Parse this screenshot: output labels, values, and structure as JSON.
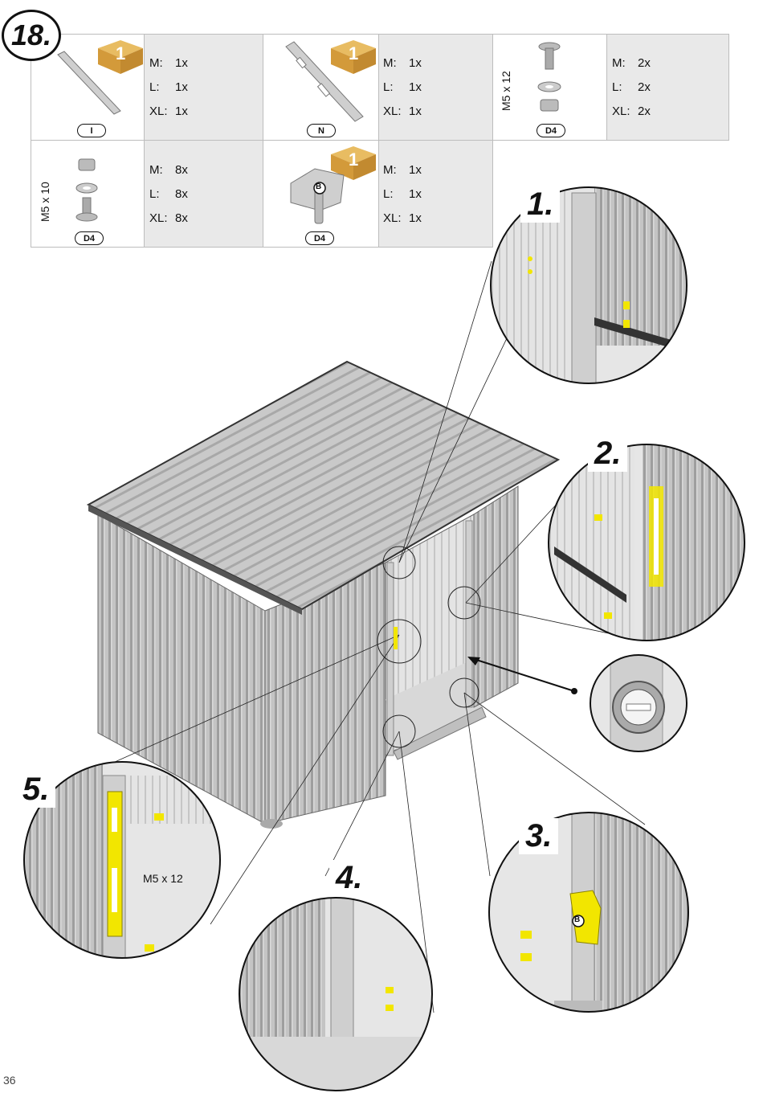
{
  "step": {
    "number": "18."
  },
  "parts": [
    {
      "code": "I",
      "box_count": "1",
      "quantities": [
        {
          "size": "M:",
          "qty": "1x"
        },
        {
          "size": "L:",
          "qty": "1x"
        },
        {
          "size": "XL:",
          "qty": "1x"
        }
      ]
    },
    {
      "code": "N",
      "box_count": "1",
      "quantities": [
        {
          "size": "M:",
          "qty": "1x"
        },
        {
          "size": "L:",
          "qty": "1x"
        },
        {
          "size": "XL:",
          "qty": "1x"
        }
      ]
    },
    {
      "code": "D4",
      "label": "M5 x 12",
      "quantities": [
        {
          "size": "M:",
          "qty": "2x"
        },
        {
          "size": "L:",
          "qty": "2x"
        },
        {
          "size": "XL:",
          "qty": "2x"
        }
      ]
    },
    {
      "code": "D4",
      "label": "M5 x 10",
      "quantities": [
        {
          "size": "M:",
          "qty": "8x"
        },
        {
          "size": "L:",
          "qty": "8x"
        },
        {
          "size": "XL:",
          "qty": "8x"
        }
      ]
    },
    {
      "code": "D4",
      "box_count": "1",
      "marker": "B",
      "quantities": [
        {
          "size": "M:",
          "qty": "1x"
        },
        {
          "size": "L:",
          "qty": "1x"
        },
        {
          "size": "XL:",
          "qty": "1x"
        }
      ]
    }
  ],
  "details": [
    {
      "number": "1."
    },
    {
      "number": "2."
    },
    {
      "number": "3.",
      "marker": "B"
    },
    {
      "number": "4."
    },
    {
      "number": "5.",
      "label": "M5 x 12"
    }
  ],
  "page_number": "36",
  "colors": {
    "highlight": "#f2e600",
    "metal": "#bdbdbd",
    "panel_bg": "#e9e9e9",
    "box": "#d9a64a"
  }
}
